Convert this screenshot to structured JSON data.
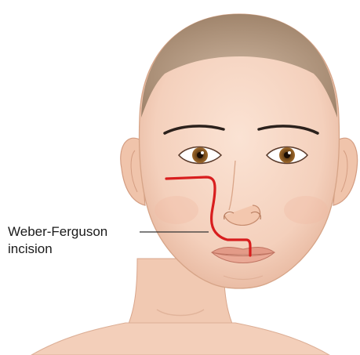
{
  "annotation": {
    "line1": "Weber-Ferguson",
    "line2": "incision"
  },
  "colors": {
    "skin": "#f6d6c4",
    "skin_shadow": "#e9b89f",
    "hair": "#a98f74",
    "incision": "#d81e1e",
    "lips": "#e8a392",
    "eyebrow": "#2b211c",
    "iris": "#8a5a22",
    "leader_line": "#333333"
  },
  "icons": [
    "face-illustration",
    "incision-line"
  ]
}
